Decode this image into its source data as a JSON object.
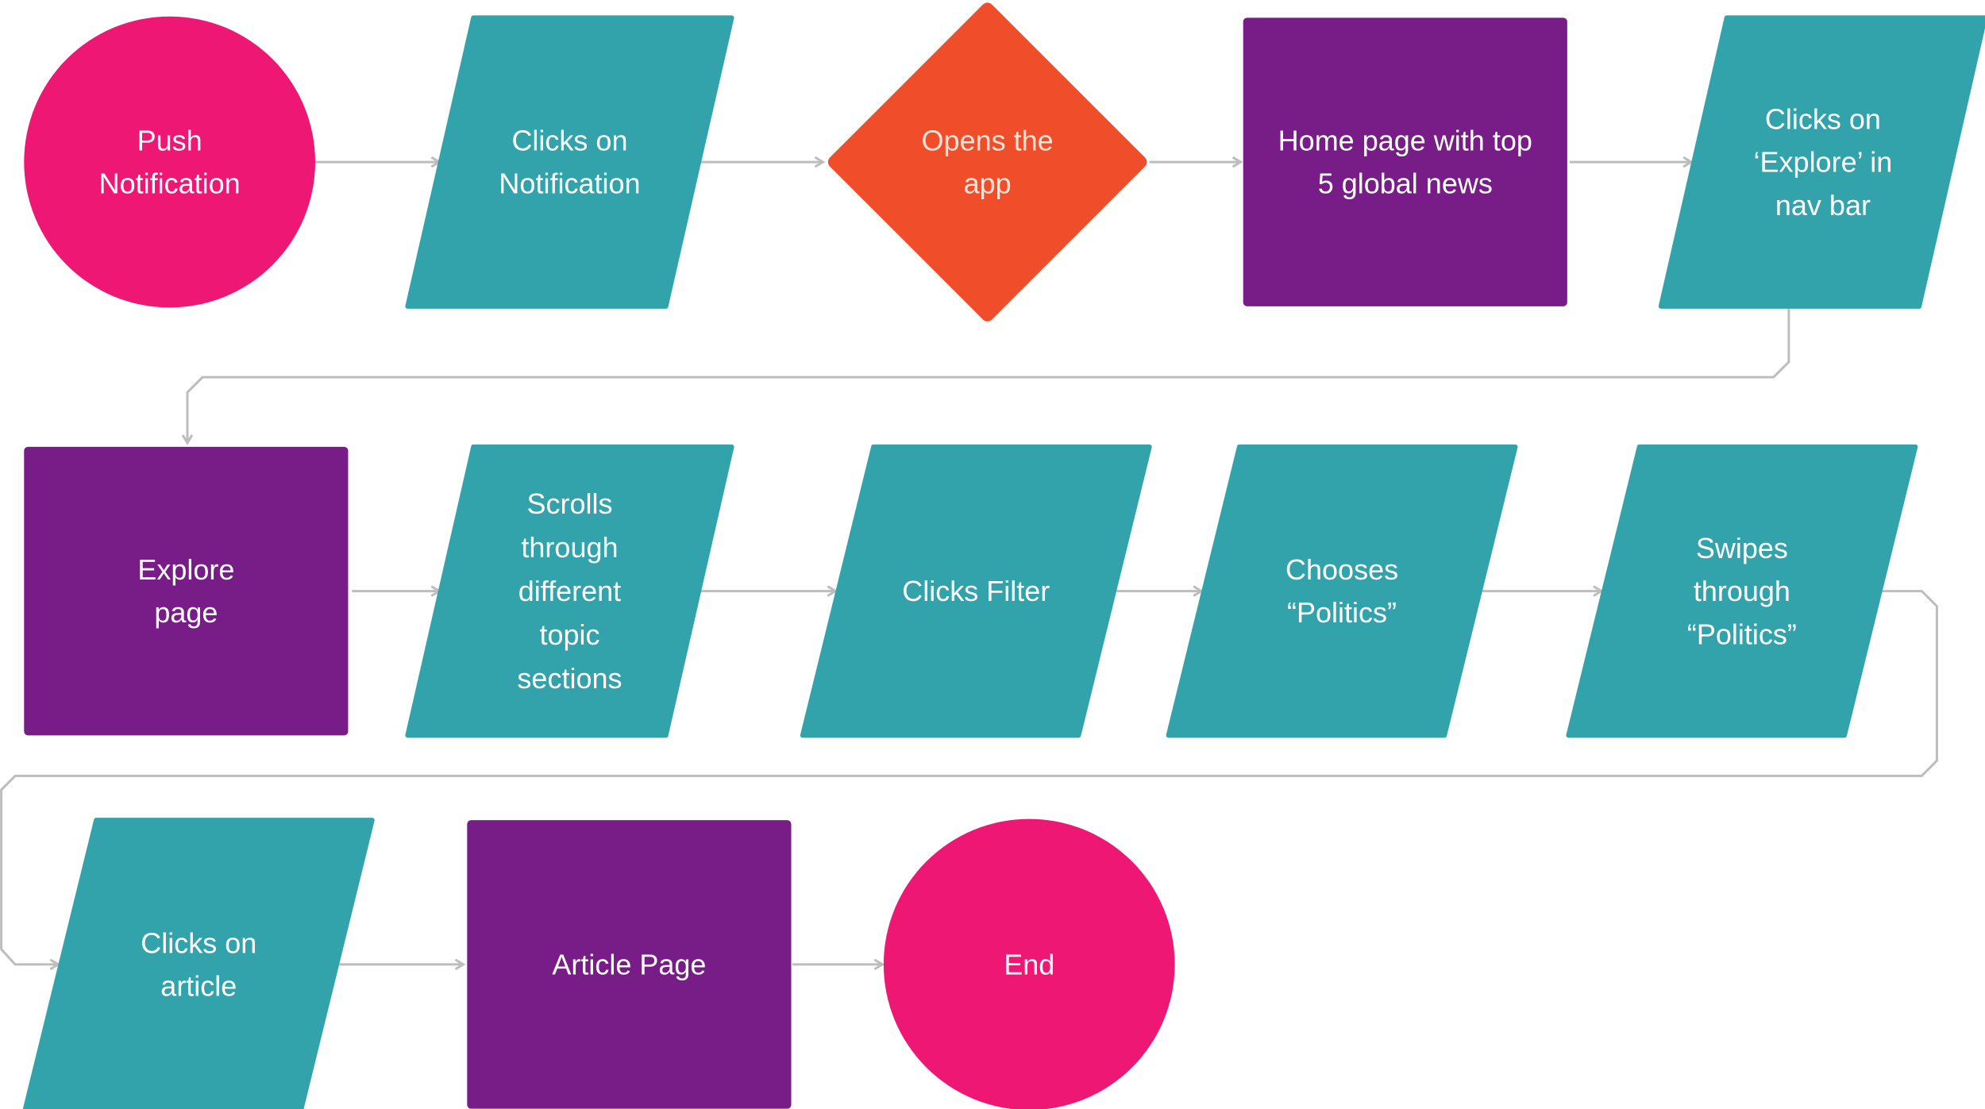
{
  "colors": {
    "terminal": "#ee1773",
    "action": "#33a3ab",
    "decision": "#f04e2b",
    "page": "#781d88",
    "connector": "#bdbdbd"
  },
  "nodes": [
    {
      "id": "push",
      "kind": "terminal",
      "shape": "circle",
      "lines": [
        "Push",
        "Notification"
      ]
    },
    {
      "id": "clicks-notification",
      "kind": "action",
      "shape": "parallelogram",
      "lines": [
        "Clicks on",
        "Notification"
      ]
    },
    {
      "id": "opens-app",
      "kind": "decision",
      "shape": "diamond",
      "lines": [
        "Opens the",
        "app"
      ]
    },
    {
      "id": "home-page",
      "kind": "page",
      "shape": "rectangle",
      "lines": [
        "Home page with top",
        "5 global news"
      ]
    },
    {
      "id": "clicks-explore",
      "kind": "action",
      "shape": "parallelogram",
      "lines": [
        "Clicks on",
        "‘Explore’ in",
        "nav bar"
      ]
    },
    {
      "id": "explore-page",
      "kind": "page",
      "shape": "rectangle",
      "lines": [
        "Explore",
        "page"
      ]
    },
    {
      "id": "scrolls",
      "kind": "action",
      "shape": "parallelogram",
      "lines": [
        "Scrolls",
        "through",
        "different",
        "topic",
        "sections"
      ]
    },
    {
      "id": "clicks-filter",
      "kind": "action",
      "shape": "parallelogram",
      "lines": [
        "Clicks Filter"
      ]
    },
    {
      "id": "chooses-politics",
      "kind": "action",
      "shape": "parallelogram",
      "lines": [
        "Chooses",
        "“Politics”"
      ]
    },
    {
      "id": "swipes-politics",
      "kind": "action",
      "shape": "parallelogram",
      "lines": [
        "Swipes",
        "through",
        "“Politics”"
      ]
    },
    {
      "id": "clicks-article",
      "kind": "action",
      "shape": "parallelogram",
      "lines": [
        "Clicks on",
        "article"
      ]
    },
    {
      "id": "article-page",
      "kind": "page",
      "shape": "rectangle",
      "lines": [
        "Article Page"
      ]
    },
    {
      "id": "end",
      "kind": "terminal",
      "shape": "circle",
      "lines": [
        "End"
      ]
    }
  ],
  "edges": [
    {
      "from": "push",
      "to": "clicks-notification"
    },
    {
      "from": "clicks-notification",
      "to": "opens-app"
    },
    {
      "from": "opens-app",
      "to": "home-page"
    },
    {
      "from": "home-page",
      "to": "clicks-explore"
    },
    {
      "from": "clicks-explore",
      "to": "explore-page"
    },
    {
      "from": "explore-page",
      "to": "scrolls"
    },
    {
      "from": "scrolls",
      "to": "clicks-filter"
    },
    {
      "from": "clicks-filter",
      "to": "chooses-politics"
    },
    {
      "from": "chooses-politics",
      "to": "swipes-politics"
    },
    {
      "from": "swipes-politics",
      "to": "clicks-article"
    },
    {
      "from": "clicks-article",
      "to": "article-page"
    },
    {
      "from": "article-page",
      "to": "end"
    }
  ]
}
